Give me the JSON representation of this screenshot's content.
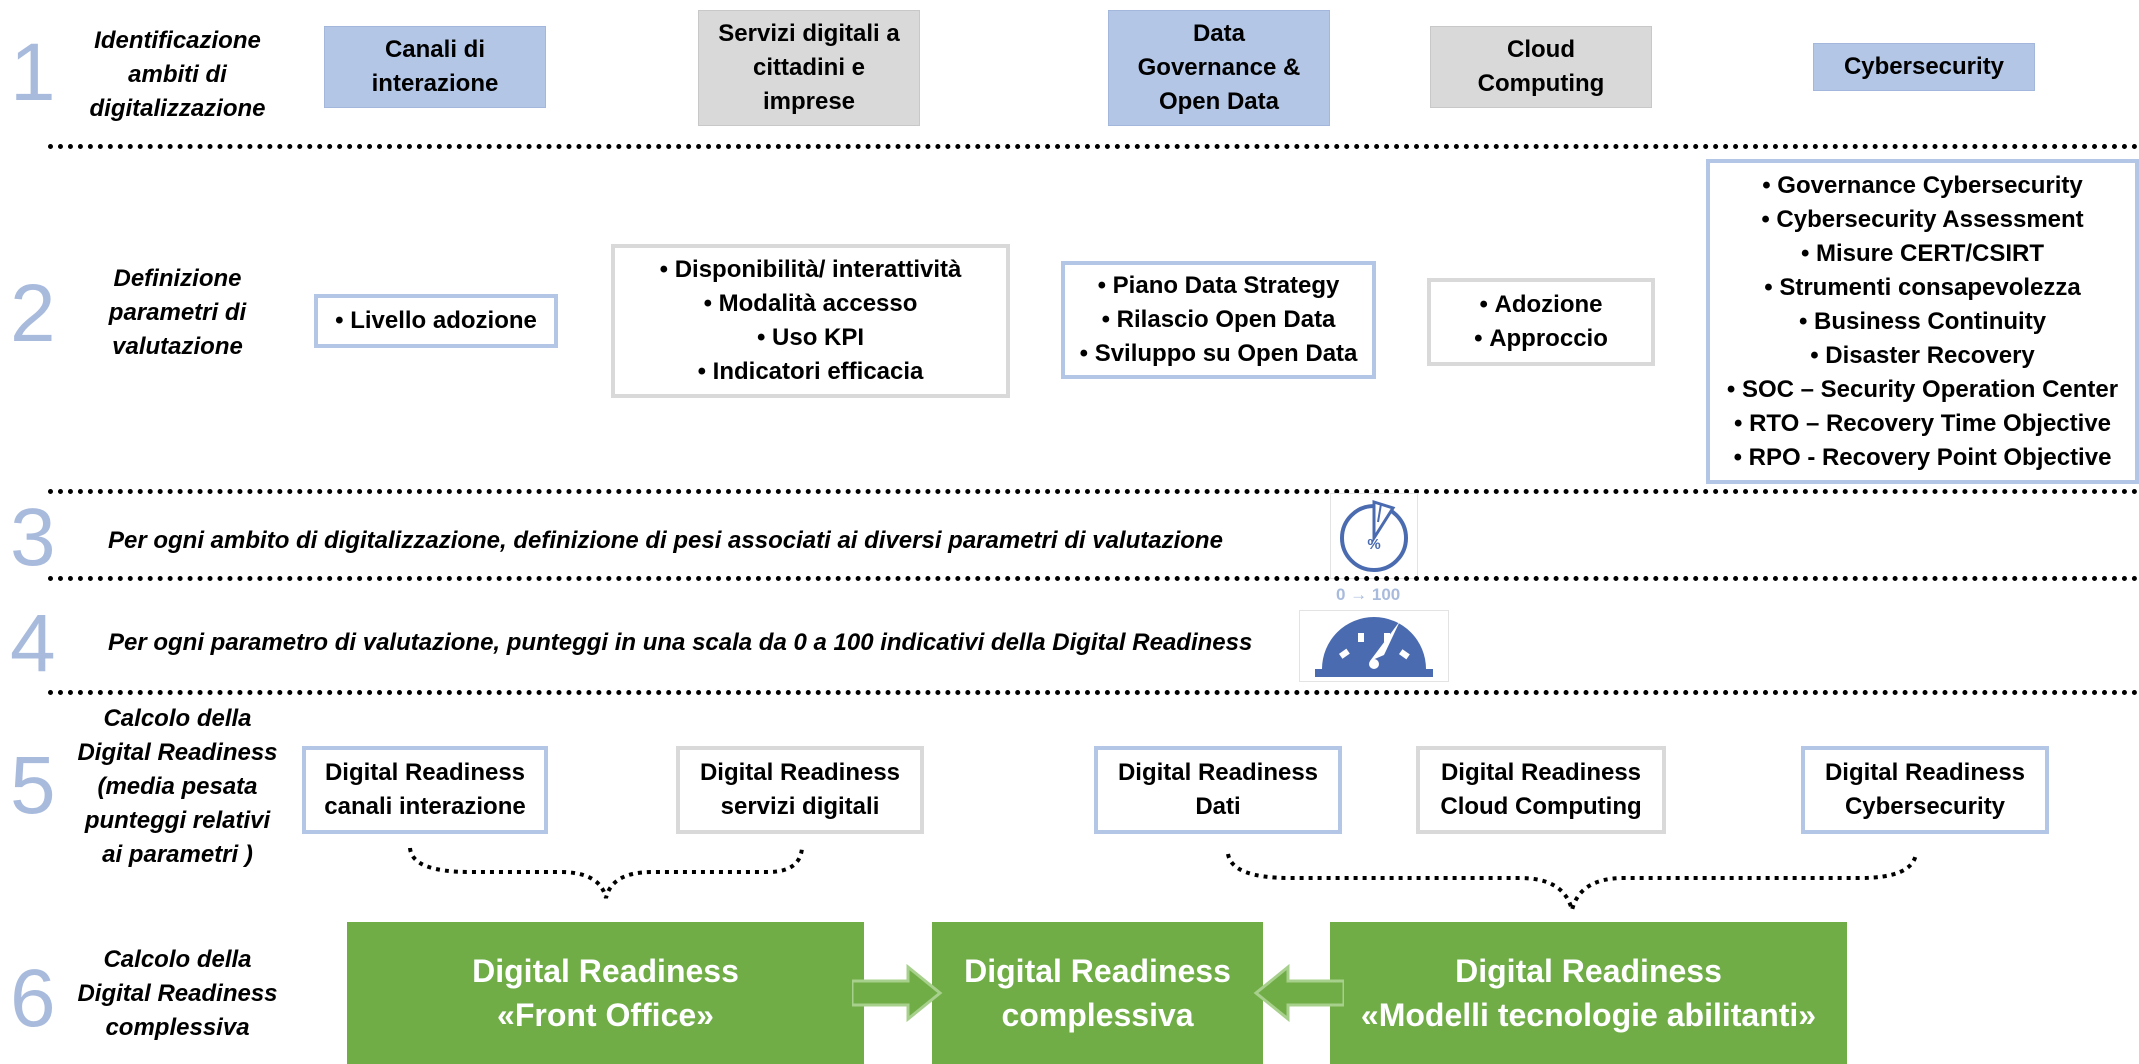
{
  "steps": [
    {
      "number": "1",
      "label_lines": [
        "Identificazione",
        "ambiti di",
        "digitalizzazione"
      ]
    },
    {
      "number": "2",
      "label_lines": [
        "Definizione",
        "parametri di",
        "valutazione"
      ]
    },
    {
      "number": "3",
      "statement": "Per ogni ambito di digitalizzazione, definizione di pesi associati ai diversi parametri di valutazione"
    },
    {
      "number": "4",
      "statement": "Per ogni parametro di valutazione, punteggi in una scala da 0 a 100 indicativi della Digital Readiness"
    },
    {
      "number": "5",
      "label_lines": [
        "Calcolo della",
        "Digital Readiness",
        "(media pesata",
        "punteggi relativi",
        "ai parametri )"
      ]
    },
    {
      "number": "6",
      "label_lines": [
        "Calcolo della",
        "Digital Readiness",
        "complessiva"
      ]
    }
  ],
  "ambiti": [
    {
      "lines": [
        "Canali di",
        "interazione"
      ],
      "color": "#b3c6e6"
    },
    {
      "lines": [
        "Servizi digitali a",
        "cittadini e",
        "imprese"
      ],
      "color": "#d9d9d9"
    },
    {
      "lines": [
        "Data",
        "Governance &",
        "Open Data"
      ],
      "color": "#b3c6e6"
    },
    {
      "lines": [
        "Cloud",
        "Computing"
      ],
      "color": "#d9d9d9"
    },
    {
      "lines": [
        "Cybersecurity"
      ],
      "color": "#b3c6e6"
    }
  ],
  "parametri": [
    {
      "items": [
        "Livello adozione"
      ]
    },
    {
      "items": [
        "Disponibilità/ interattività",
        "Modalità accesso",
        "Uso KPI",
        "Indicatori efficacia"
      ]
    },
    {
      "items": [
        "Piano Data Strategy",
        "Rilascio Open Data",
        "Sviluppo su Open Data"
      ]
    },
    {
      "items": [
        "Adozione",
        "Approccio"
      ]
    },
    {
      "items": [
        "Governance Cybersecurity",
        "Cybersecurity Assessment",
        "Misure CERT/CSIRT",
        "Strumenti consapevolezza",
        "Business Continuity",
        "Disaster Recovery",
        "SOC – Security Operation Center",
        "RTO – Recovery Time Objective",
        "RPO - Recovery Point Objective"
      ]
    }
  ],
  "scale_label": "0 → 100",
  "icons": {
    "weights": "percent-dial-icon",
    "score": "speedometer-gauge-icon"
  },
  "readiness_boxes": [
    {
      "lines": [
        "Digital Readiness",
        "canali interazione"
      ]
    },
    {
      "lines": [
        "Digital Readiness",
        "servizi digitali"
      ]
    },
    {
      "lines": [
        "Digital Readiness",
        "Dati"
      ]
    },
    {
      "lines": [
        "Digital Readiness",
        "Cloud Computing"
      ]
    },
    {
      "lines": [
        "Digital Readiness",
        "Cybersecurity"
      ]
    }
  ],
  "final": {
    "front_office": [
      "Digital Readiness",
      "«Front Office»"
    ],
    "overall": [
      "Digital Readiness",
      "complessiva"
    ],
    "enabling_tech": [
      "Digital Readiness",
      "«Modelli tecnologie abilitanti»"
    ]
  },
  "colors": {
    "accent_blue": "#b3c6e6",
    "neutral_gray": "#d9d9d9",
    "green": "#70ad47",
    "step_number": "#a9bbdc",
    "icon_blue": "#4a6bb0"
  }
}
